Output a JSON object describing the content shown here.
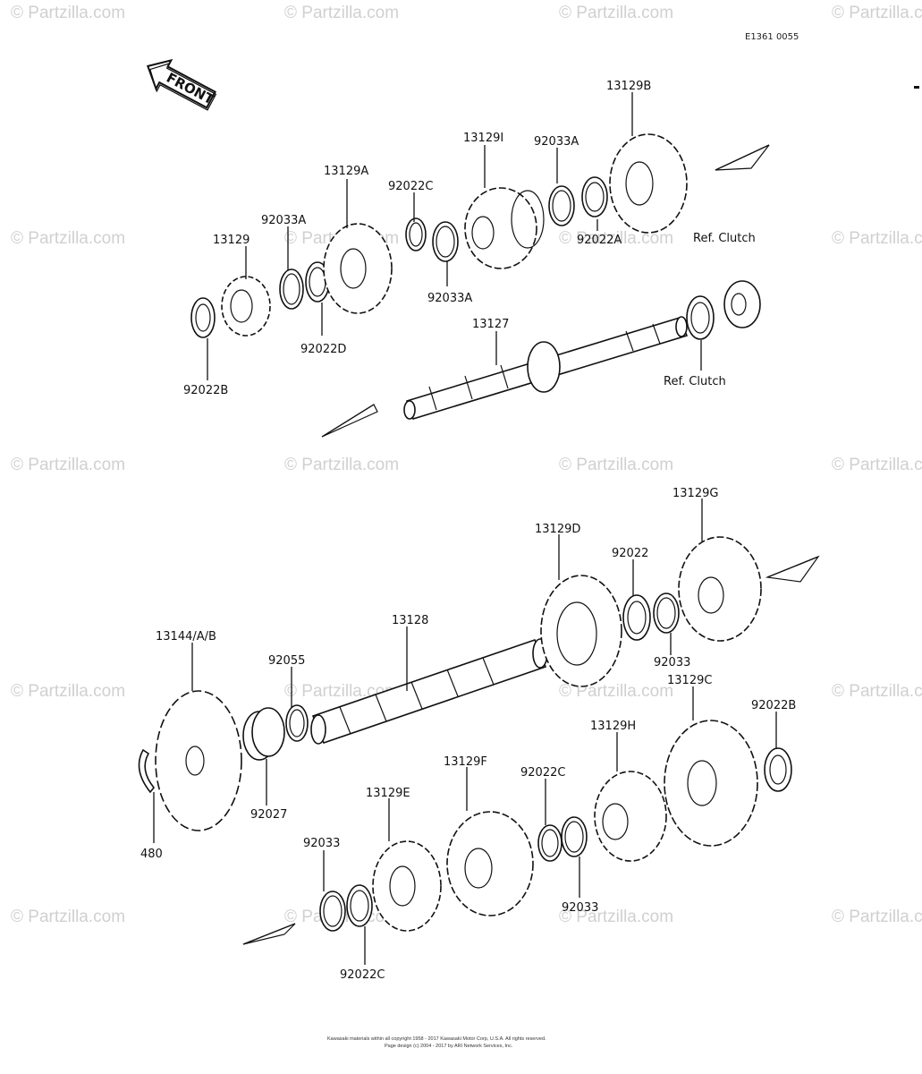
{
  "diagram_code": "E1361 0055",
  "front_label": "FRONT",
  "watermark": "© Partzilla.com",
  "copyright": {
    "line1": "Kawasaki materials within all copyright 1958 - 2017 Kawasaki Motor Corp, U.S.A. All rights reserved.",
    "line2": "Page design (c) 2004 - 2017 by ARI Network Services, Inc."
  },
  "part_labels": {
    "p13129B": "13129B",
    "p13129I": "13129I",
    "p92033A_top": "92033A",
    "p13129A": "13129A",
    "p92022C_top": "92022C",
    "p92033A_left": "92033A",
    "p13129": "13129",
    "ref_clutch_1": "Ref. Clutch",
    "p92022A": "92022A",
    "p92033A_mid": "92033A",
    "p13127": "13127",
    "p92022D": "92022D",
    "p92022B_top": "92022B",
    "ref_clutch_2": "Ref. Clutch",
    "p13129G": "13129G",
    "p13129D": "13129D",
    "p92022": "92022",
    "p13128": "13128",
    "p13144": "13144/A/B",
    "p92055": "92055",
    "p92033_mid": "92033",
    "p13129C": "13129C",
    "p92022B_bot": "92022B",
    "p13129H": "13129H",
    "p13129F": "13129F",
    "p92022C_bot": "92022C",
    "p13129E": "13129E",
    "p92027": "92027",
    "p480": "480",
    "p92033_left": "92033",
    "p92033_bot": "92033",
    "p92022C_low": "92022C"
  }
}
